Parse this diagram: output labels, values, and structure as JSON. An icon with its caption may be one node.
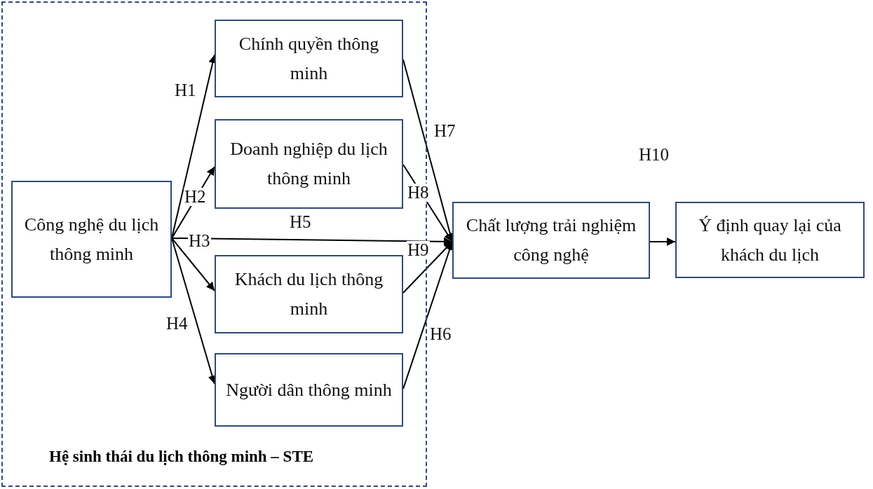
{
  "diagram": {
    "nodes": [
      {
        "text": [
          "Hệ sinh thái du lịch thông minh – STE"
        ]
      },
      {
        "text": [
          "Công nghệ du lịch thông minh"
        ],
        "in": 0
      },
      {
        "text": [
          "Chính quyền thông minh"
        ],
        "in": 0
      },
      {
        "text": [
          "Doanh nghiệp du lịch thông minh"
        ],
        "in": 0
      },
      {
        "text": [
          "Khách du lịch thông minh"
        ],
        "in": 0
      },
      {
        "text": [
          "Người dân thông minh"
        ],
        "in": 0
      },
      {
        "text": [
          "Chất lượng trải nghiệm công nghệ"
        ]
      },
      {
        "text": [
          "Ý định quay lại của khách du lịch"
        ]
      }
    ],
    "edges": [
      {
        "from": 1,
        "to": 2,
        "arrow": "to",
        "label": "H1"
      },
      {
        "from": 1,
        "to": 3,
        "arrow": "to",
        "label": "H2"
      },
      {
        "from": 1,
        "to": 4,
        "arrow": "to",
        "label": "H3"
      },
      {
        "from": 1,
        "to": 5,
        "arrow": "to",
        "label": "H4"
      },
      {
        "from": 1,
        "to": 6,
        "arrow": "to",
        "label": "H5"
      },
      {
        "from": 2,
        "to": 6,
        "arrow": "to",
        "label": "H7"
      },
      {
        "from": 3,
        "to": 6,
        "arrow": "to",
        "label": "H8"
      },
      {
        "from": 4,
        "to": 6,
        "arrow": "to",
        "label": "H9"
      },
      {
        "from": 5,
        "to": 6,
        "arrow": "to",
        "label": "H6"
      },
      {
        "from": 6,
        "to": 7,
        "arrow": "to",
        "label": "H10"
      }
    ]
  }
}
